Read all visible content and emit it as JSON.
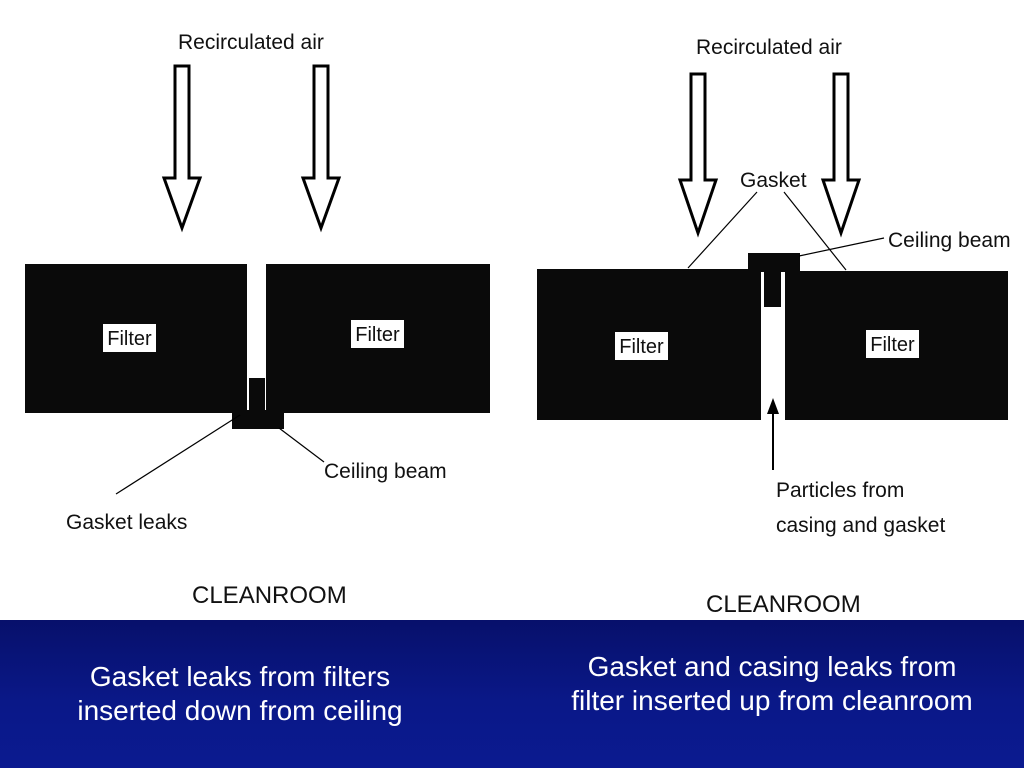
{
  "left_panel": {
    "top_label": "Recirculated air",
    "filter_left_label": "Filter",
    "filter_right_label": "Filter",
    "ceiling_beam_label": "Ceiling beam",
    "gasket_leaks_label": "Gasket leaks",
    "room_label": "CLEANROOM"
  },
  "right_panel": {
    "top_label": "Recirculated air",
    "gasket_label": "Gasket",
    "ceiling_beam_label": "Ceiling beam",
    "filter_left_label": "Filter",
    "filter_right_label": "Filter",
    "particles_label_line1": "Particles from",
    "particles_label_line2": "casing and gasket",
    "room_label": "CLEANROOM"
  },
  "captions": {
    "left": "Gasket leaks from filters\ninserted down from ceiling",
    "right": "Gasket and casing leaks from\nfilter inserted up from cleanroom"
  },
  "colors": {
    "filter_fill": "#0a0a0a",
    "caption_background": "#0a1888",
    "caption_text": "#ffffff"
  }
}
